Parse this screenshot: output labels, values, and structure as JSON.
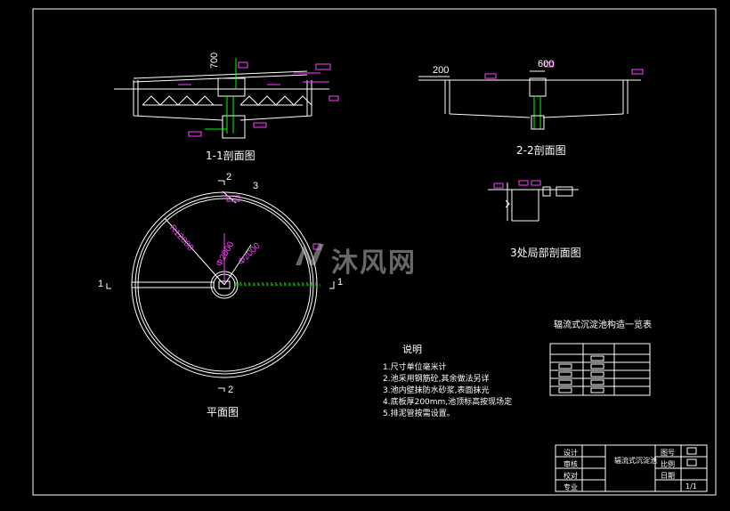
{
  "drawing": {
    "section_1_title": "1-1剖面图",
    "section_2_title": "2-2剖面图",
    "detail_3_title": "3处局部剖面图",
    "plan_title": "平面图",
    "dims": {
      "d700": "700",
      "d200": "200",
      "d600": "600",
      "r12000": "R12000",
      "d2000a": "Φ2000",
      "d2000b": "Φ2000"
    },
    "section_markers": {
      "left_1": "1",
      "right_1": "1",
      "top_2": "2",
      "top_3": "3",
      "bottom_2": "2"
    }
  },
  "notes": {
    "heading": "说明",
    "items": [
      "1.尺寸单位毫米计",
      "2.池采用钢筋砼,其余做法另详",
      "3.池内壁抹防水砂浆,表面抹光",
      "4.底板厚200mm,池顶标高按现场定",
      "5.排泥管按需设置。"
    ]
  },
  "table": {
    "title": "辐流式沉淀池构造一览表",
    "rows": 5
  },
  "title_block": {
    "r1c1": "设计",
    "r2c1": "审核",
    "r3c1": "校对",
    "r4c1": "专业",
    "project": "辐流式沉淀池",
    "r1c3": "图号",
    "r2c3": "比例",
    "r3c3": "日期",
    "sheet": "1/1"
  },
  "watermark": {
    "text": "沐风网"
  },
  "colors": {
    "background": "#000000",
    "line": "#ffffff",
    "dimension": "#ff3fff",
    "green": "#00ff00",
    "cyan": "#00ffff"
  }
}
